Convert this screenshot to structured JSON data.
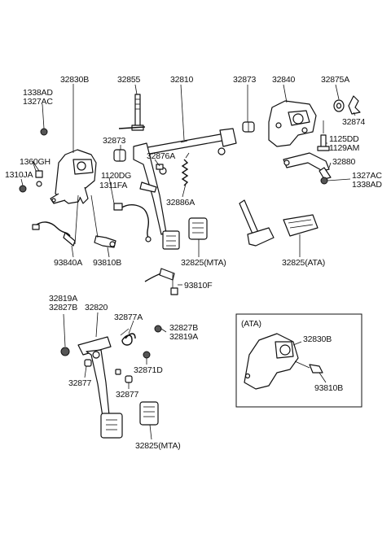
{
  "labels": {
    "l32830B": "32830B",
    "l1338AD_top": "1338AD",
    "l1327AC_top": "1327AC",
    "l32855": "32855",
    "l32810": "32810",
    "l32873_top": "32873",
    "l32840": "32840",
    "l32875A": "32875A",
    "l32874": "32874",
    "l32873_mid": "32873",
    "l1360GH": "1360GH",
    "l1310JA": "1310JA",
    "l32876A": "32876A",
    "l1120DG": "1120DG",
    "l1311FA": "1311FA",
    "l32886A": "32886A",
    "l1125DD": "1125DD",
    "l1129AM": "1129AM",
    "l32880": "32880",
    "l1327AC_r": "1327AC",
    "l1338AD_r": "1338AD",
    "l93840A": "93840A",
    "l93810B": "93810B",
    "l32825_mta1": "32825(MTA)",
    "l32825_ata": "32825(ATA)",
    "l93810F": "93810F",
    "l32819A_l": "32819A",
    "l32827B_l": "32827B",
    "l32820": "32820",
    "l32877A": "32877A",
    "l32827B_r": "32827B",
    "l32819A_r": "32819A",
    "l32871D": "32871D",
    "l32877_1": "32877",
    "l32877_2": "32877",
    "l32825_mta2": "32825(MTA)",
    "inset_title": "(ATA)",
    "l32830B_inset": "32830B",
    "l93810B_inset": "93810B"
  }
}
